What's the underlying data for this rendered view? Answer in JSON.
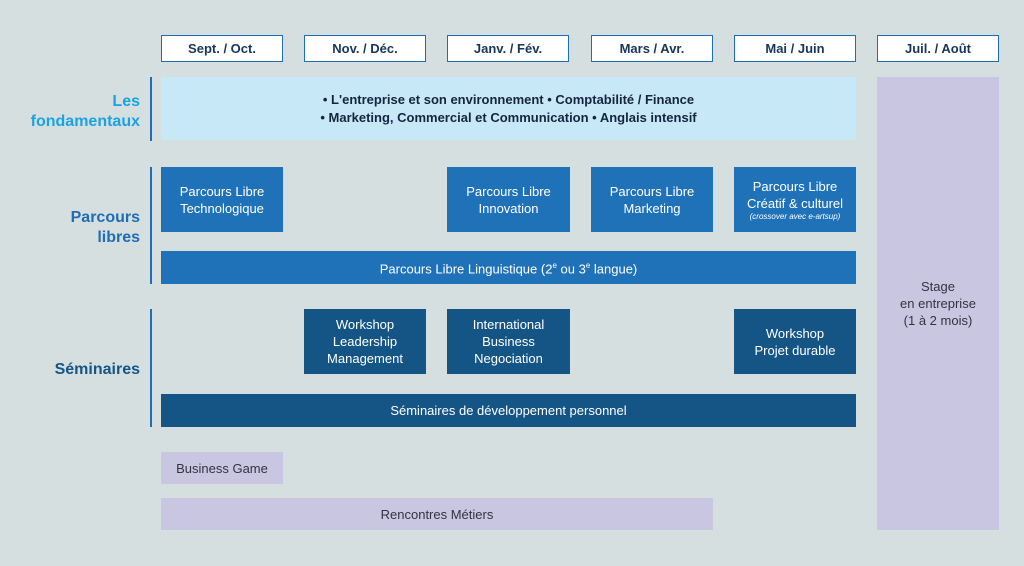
{
  "months": [
    "Sept. / Oct.",
    "Nov. / Déc.",
    "Janv. / Fév.",
    "Mars / Avr.",
    "Mai / Juin",
    "Juil. / Août"
  ],
  "rows": {
    "fondamentaux": {
      "line1": "Les",
      "line2": "fondamentaux"
    },
    "parcours": {
      "line1": "Parcours",
      "line2": "libres"
    },
    "seminaires": {
      "line1": "Séminaires"
    }
  },
  "fondamentaux_box": {
    "line1": "• L'entreprise et son environnement • Comptabilité / Finance",
    "line2": "• Marketing, Commercial et Communication • Anglais intensif"
  },
  "parcours_boxes": {
    "techno": {
      "line1": "Parcours Libre",
      "line2": "Technologique"
    },
    "innovation": {
      "line1": "Parcours Libre",
      "line2": "Innovation"
    },
    "marketing": {
      "line1": "Parcours Libre",
      "line2": "Marketing"
    },
    "creatif": {
      "line1": "Parcours Libre",
      "line2": "Créatif & culturel",
      "note": "(crossover avec e-artsup)"
    },
    "linguistique": {
      "before": "Parcours Libre Linguistique (2",
      "sup1": "e",
      "middle": " ou 3",
      "sup2": "e",
      "after": " langue)"
    }
  },
  "seminaires_boxes": {
    "leadership": {
      "line1": "Workshop",
      "line2": "Leadership",
      "line3": "Management"
    },
    "international": {
      "line1": "International",
      "line2": "Business",
      "line3": "Negociation"
    },
    "durable": {
      "line1": "Workshop",
      "line2": "Projet durable"
    },
    "developpement": "Séminaires de développement personnel"
  },
  "other_boxes": {
    "business_game": "Business Game",
    "rencontres": "Rencontres Métiers",
    "stage": {
      "line1": "Stage",
      "line2": "en entreprise",
      "line3": "(1 à 2 mois)"
    }
  },
  "colors": {
    "background": "#d5dfdf",
    "fondamentaux_label": "#1aa3e0",
    "row_label": "#1f6db3",
    "medium_blue": "#1f72b8",
    "dark_blue": "#145586",
    "light_blue": "#c7e8f7",
    "lavender": "#c8c6e0"
  }
}
